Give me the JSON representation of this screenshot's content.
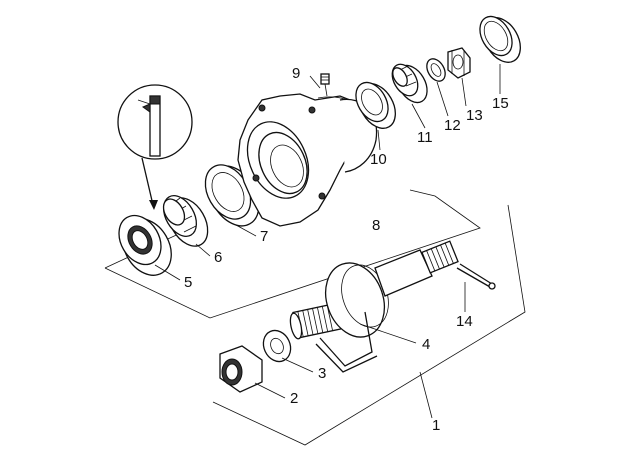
{
  "diagram": {
    "callouts": [
      {
        "id": "c1",
        "text": "1"
      },
      {
        "id": "c2",
        "text": "2"
      },
      {
        "id": "c3",
        "text": "3"
      },
      {
        "id": "c4",
        "text": "4"
      },
      {
        "id": "c5",
        "text": "5"
      },
      {
        "id": "c6",
        "text": "6"
      },
      {
        "id": "c7",
        "text": "7"
      },
      {
        "id": "c8",
        "text": "8"
      },
      {
        "id": "c9",
        "text": "9"
      },
      {
        "id": "c10",
        "text": "10"
      },
      {
        "id": "c11",
        "text": "11"
      },
      {
        "id": "c12",
        "text": "12"
      },
      {
        "id": "c13",
        "text": "13"
      },
      {
        "id": "c14",
        "text": "14"
      },
      {
        "id": "c15",
        "text": "15"
      }
    ]
  }
}
